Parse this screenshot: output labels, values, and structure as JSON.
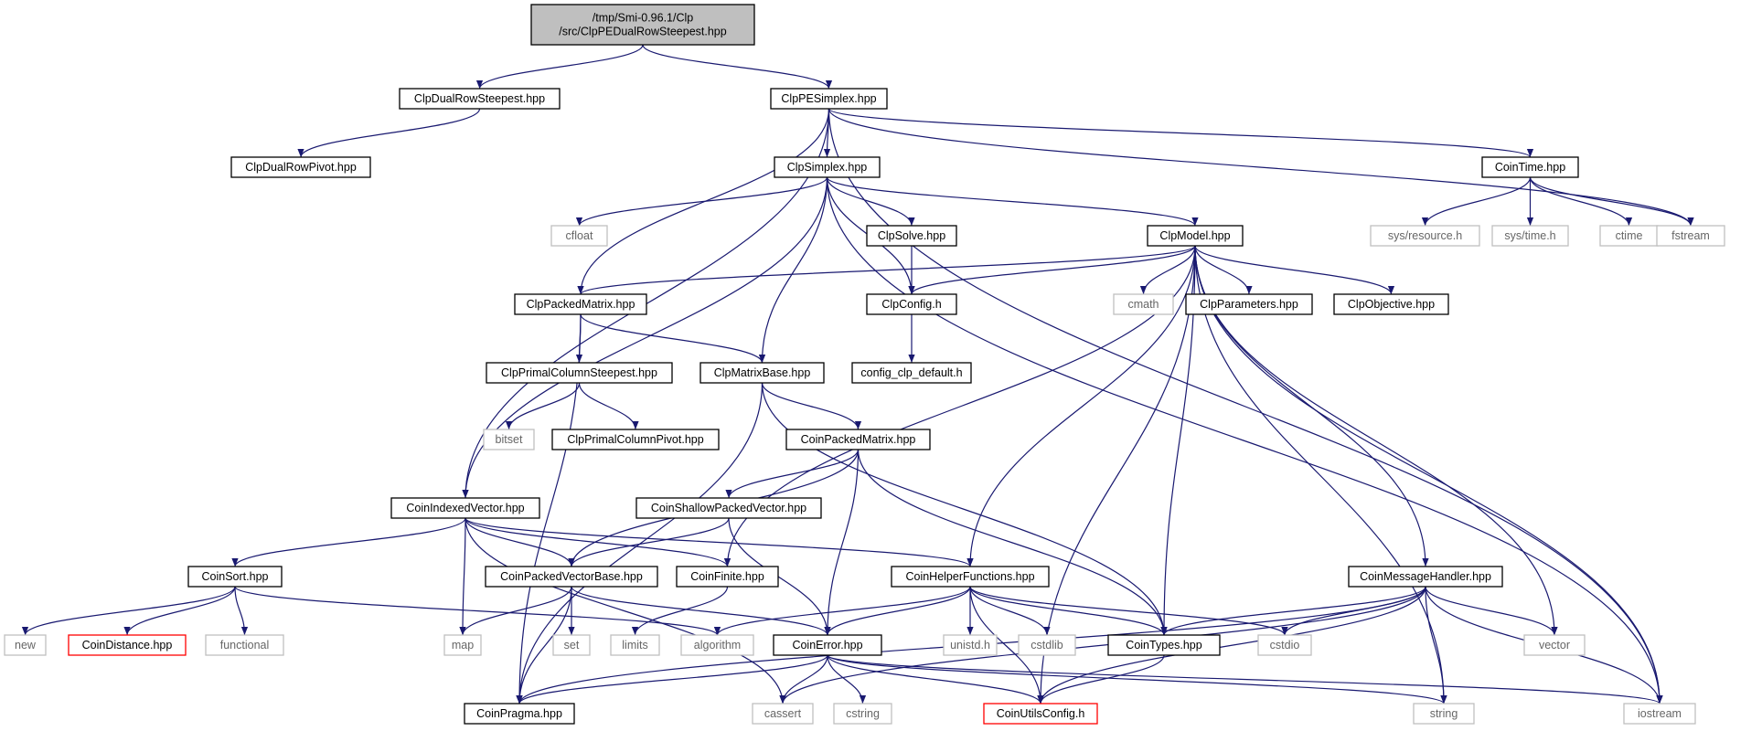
{
  "colors": {
    "edge": "#191970",
    "root_fill": "#bfbfbf",
    "root_border": "#000000",
    "node_border": "#000000",
    "external_border": "#bfbfbf",
    "truncated_border": "#ff0000",
    "text": "#000000",
    "external_text": "#666666"
  },
  "nodes": [
    {
      "id": "root",
      "kind": "root",
      "lines": [
        "/tmp/Smi-0.96.1/Clp",
        "/src/ClpPEDualRowSteepest.hpp"
      ]
    },
    {
      "id": "ClpDualRowSteepest",
      "kind": "normal",
      "lines": [
        "ClpDualRowSteepest.hpp"
      ]
    },
    {
      "id": "ClpPESimplex",
      "kind": "normal",
      "lines": [
        "ClpPESimplex.hpp"
      ]
    },
    {
      "id": "ClpDualRowPivot",
      "kind": "normal",
      "lines": [
        "ClpDualRowPivot.hpp"
      ]
    },
    {
      "id": "ClpSimplex",
      "kind": "normal",
      "lines": [
        "ClpSimplex.hpp"
      ]
    },
    {
      "id": "CoinTime",
      "kind": "normal",
      "lines": [
        "CoinTime.hpp"
      ]
    },
    {
      "id": "cfloat",
      "kind": "external",
      "lines": [
        "cfloat"
      ]
    },
    {
      "id": "ClpSolve",
      "kind": "normal",
      "lines": [
        "ClpSolve.hpp"
      ]
    },
    {
      "id": "ClpModel",
      "kind": "normal",
      "lines": [
        "ClpModel.hpp"
      ]
    },
    {
      "id": "sys_resource",
      "kind": "external",
      "lines": [
        "sys/resource.h"
      ]
    },
    {
      "id": "sys_time",
      "kind": "external",
      "lines": [
        "sys/time.h"
      ]
    },
    {
      "id": "ctime",
      "kind": "external",
      "lines": [
        "ctime"
      ]
    },
    {
      "id": "fstream",
      "kind": "external",
      "lines": [
        "fstream"
      ]
    },
    {
      "id": "ClpPackedMatrix",
      "kind": "normal",
      "lines": [
        "ClpPackedMatrix.hpp"
      ]
    },
    {
      "id": "ClpConfig",
      "kind": "normal",
      "lines": [
        "ClpConfig.h"
      ]
    },
    {
      "id": "cmath",
      "kind": "external",
      "lines": [
        "cmath"
      ]
    },
    {
      "id": "ClpParameters",
      "kind": "normal",
      "lines": [
        "ClpParameters.hpp"
      ]
    },
    {
      "id": "ClpObjective",
      "kind": "normal",
      "lines": [
        "ClpObjective.hpp"
      ]
    },
    {
      "id": "ClpPrimalColumnSteepest",
      "kind": "normal",
      "lines": [
        "ClpPrimalColumnSteepest.hpp"
      ]
    },
    {
      "id": "ClpMatrixBase",
      "kind": "normal",
      "lines": [
        "ClpMatrixBase.hpp"
      ]
    },
    {
      "id": "config_clp_default",
      "kind": "normal",
      "lines": [
        "config_clp_default.h"
      ]
    },
    {
      "id": "bitset",
      "kind": "external",
      "lines": [
        "bitset"
      ]
    },
    {
      "id": "ClpPrimalColumnPivot",
      "kind": "normal",
      "lines": [
        "ClpPrimalColumnPivot.hpp"
      ]
    },
    {
      "id": "CoinPackedMatrix",
      "kind": "normal",
      "lines": [
        "CoinPackedMatrix.hpp"
      ]
    },
    {
      "id": "CoinIndexedVector",
      "kind": "normal",
      "lines": [
        "CoinIndexedVector.hpp"
      ]
    },
    {
      "id": "CoinShallowPackedVector",
      "kind": "normal",
      "lines": [
        "CoinShallowPackedVector.hpp"
      ]
    },
    {
      "id": "CoinSort",
      "kind": "normal",
      "lines": [
        "CoinSort.hpp"
      ]
    },
    {
      "id": "CoinPackedVectorBase",
      "kind": "normal",
      "lines": [
        "CoinPackedVectorBase.hpp"
      ]
    },
    {
      "id": "CoinFinite",
      "kind": "normal",
      "lines": [
        "CoinFinite.hpp"
      ]
    },
    {
      "id": "CoinHelperFunctions",
      "kind": "normal",
      "lines": [
        "CoinHelperFunctions.hpp"
      ]
    },
    {
      "id": "CoinMessageHandler",
      "kind": "normal",
      "lines": [
        "CoinMessageHandler.hpp"
      ]
    },
    {
      "id": "new",
      "kind": "external",
      "lines": [
        "new"
      ]
    },
    {
      "id": "CoinDistance",
      "kind": "truncated",
      "lines": [
        "CoinDistance.hpp"
      ]
    },
    {
      "id": "functional",
      "kind": "external",
      "lines": [
        "functional"
      ]
    },
    {
      "id": "map",
      "kind": "external",
      "lines": [
        "map"
      ]
    },
    {
      "id": "set",
      "kind": "external",
      "lines": [
        "set"
      ]
    },
    {
      "id": "limits",
      "kind": "external",
      "lines": [
        "limits"
      ]
    },
    {
      "id": "algorithm",
      "kind": "external",
      "lines": [
        "algorithm"
      ]
    },
    {
      "id": "CoinError",
      "kind": "normal",
      "lines": [
        "CoinError.hpp"
      ]
    },
    {
      "id": "unistd",
      "kind": "external",
      "lines": [
        "unistd.h"
      ]
    },
    {
      "id": "cstdlib",
      "kind": "external",
      "lines": [
        "cstdlib"
      ]
    },
    {
      "id": "CoinTypes",
      "kind": "normal",
      "lines": [
        "CoinTypes.hpp"
      ]
    },
    {
      "id": "cstdio",
      "kind": "external",
      "lines": [
        "cstdio"
      ]
    },
    {
      "id": "vector",
      "kind": "external",
      "lines": [
        "vector"
      ]
    },
    {
      "id": "CoinPragma",
      "kind": "normal",
      "lines": [
        "CoinPragma.hpp"
      ]
    },
    {
      "id": "cassert",
      "kind": "external",
      "lines": [
        "cassert"
      ]
    },
    {
      "id": "cstring",
      "kind": "external",
      "lines": [
        "cstring"
      ]
    },
    {
      "id": "CoinUtilsConfig",
      "kind": "truncated",
      "lines": [
        "CoinUtilsConfig.h"
      ]
    },
    {
      "id": "string",
      "kind": "external",
      "lines": [
        "string"
      ]
    },
    {
      "id": "iostream",
      "kind": "external",
      "lines": [
        "iostream"
      ]
    }
  ],
  "edges": [
    [
      "root",
      "ClpDualRowSteepest"
    ],
    [
      "root",
      "ClpPESimplex"
    ],
    [
      "ClpDualRowSteepest",
      "ClpDualRowPivot"
    ],
    [
      "ClpPESimplex",
      "ClpSimplex"
    ],
    [
      "ClpPESimplex",
      "CoinTime"
    ],
    [
      "ClpPESimplex",
      "ClpPackedMatrix"
    ],
    [
      "ClpPESimplex",
      "CoinIndexedVector"
    ],
    [
      "ClpPESimplex",
      "fstream"
    ],
    [
      "ClpPESimplex",
      "iostream"
    ],
    [
      "ClpSimplex",
      "cfloat"
    ],
    [
      "ClpSimplex",
      "ClpSolve"
    ],
    [
      "ClpSimplex",
      "ClpModel"
    ],
    [
      "ClpSimplex",
      "ClpConfig"
    ],
    [
      "ClpSimplex",
      "ClpMatrixBase"
    ],
    [
      "ClpSimplex",
      "CoinIndexedVector"
    ],
    [
      "ClpSimplex",
      "iostream"
    ],
    [
      "CoinTime",
      "sys_resource"
    ],
    [
      "CoinTime",
      "sys_time"
    ],
    [
      "CoinTime",
      "ctime"
    ],
    [
      "CoinTime",
      "fstream"
    ],
    [
      "ClpSolve",
      "ClpConfig"
    ],
    [
      "ClpModel",
      "ClpPackedMatrix"
    ],
    [
      "ClpModel",
      "ClpConfig"
    ],
    [
      "ClpModel",
      "cmath"
    ],
    [
      "ClpModel",
      "ClpParameters"
    ],
    [
      "ClpModel",
      "ClpObjective"
    ],
    [
      "ClpModel",
      "CoinFinite"
    ],
    [
      "ClpModel",
      "CoinHelperFunctions"
    ],
    [
      "ClpModel",
      "CoinTypes"
    ],
    [
      "ClpModel",
      "CoinUtilsConfig"
    ],
    [
      "ClpModel",
      "CoinMessageHandler"
    ],
    [
      "ClpModel",
      "vector"
    ],
    [
      "ClpModel",
      "string"
    ],
    [
      "ClpModel",
      "iostream"
    ],
    [
      "ClpConfig",
      "config_clp_default"
    ],
    [
      "ClpPackedMatrix",
      "ClpPrimalColumnSteepest"
    ],
    [
      "ClpPackedMatrix",
      "ClpMatrixBase"
    ],
    [
      "ClpPackedMatrix",
      "CoinPragma"
    ],
    [
      "ClpPrimalColumnSteepest",
      "bitset"
    ],
    [
      "ClpPrimalColumnSteepest",
      "ClpPrimalColumnPivot"
    ],
    [
      "ClpMatrixBase",
      "CoinPackedMatrix"
    ],
    [
      "ClpMatrixBase",
      "CoinTypes"
    ],
    [
      "ClpMatrixBase",
      "CoinPragma"
    ],
    [
      "CoinPackedMatrix",
      "CoinShallowPackedVector"
    ],
    [
      "CoinPackedMatrix",
      "CoinPackedVectorBase"
    ],
    [
      "CoinPackedMatrix",
      "CoinError"
    ],
    [
      "CoinPackedMatrix",
      "CoinTypes"
    ],
    [
      "CoinShallowPackedVector",
      "CoinPackedVectorBase"
    ],
    [
      "CoinShallowPackedVector",
      "CoinError"
    ],
    [
      "CoinIndexedVector",
      "CoinSort"
    ],
    [
      "CoinIndexedVector",
      "CoinPackedVectorBase"
    ],
    [
      "CoinIndexedVector",
      "CoinFinite"
    ],
    [
      "CoinIndexedVector",
      "CoinHelperFunctions"
    ],
    [
      "CoinIndexedVector",
      "map"
    ],
    [
      "CoinIndexedVector",
      "cassert"
    ],
    [
      "CoinSort",
      "new"
    ],
    [
      "CoinSort",
      "CoinDistance"
    ],
    [
      "CoinSort",
      "functional"
    ],
    [
      "CoinSort",
      "algorithm"
    ],
    [
      "CoinPackedVectorBase",
      "map"
    ],
    [
      "CoinPackedVectorBase",
      "set"
    ],
    [
      "CoinPackedVectorBase",
      "CoinError"
    ],
    [
      "CoinPackedVectorBase",
      "CoinPragma"
    ],
    [
      "CoinFinite",
      "limits"
    ],
    [
      "CoinHelperFunctions",
      "algorithm"
    ],
    [
      "CoinHelperFunctions",
      "CoinError"
    ],
    [
      "CoinHelperFunctions",
      "unistd"
    ],
    [
      "CoinHelperFunctions",
      "cstdlib"
    ],
    [
      "CoinHelperFunctions",
      "CoinTypes"
    ],
    [
      "CoinHelperFunctions",
      "cstdio"
    ],
    [
      "CoinHelperFunctions",
      "CoinUtilsConfig"
    ],
    [
      "CoinError",
      "CoinPragma"
    ],
    [
      "CoinError",
      "cassert"
    ],
    [
      "CoinError",
      "cstring"
    ],
    [
      "CoinError",
      "CoinUtilsConfig"
    ],
    [
      "CoinError",
      "string"
    ],
    [
      "CoinError",
      "iostream"
    ],
    [
      "CoinTypes",
      "CoinUtilsConfig"
    ],
    [
      "CoinMessageHandler",
      "CoinTypes"
    ],
    [
      "CoinMessageHandler",
      "cstdio"
    ],
    [
      "CoinMessageHandler",
      "vector"
    ],
    [
      "CoinMessageHandler",
      "string"
    ],
    [
      "CoinMessageHandler",
      "iostream"
    ],
    [
      "CoinMessageHandler",
      "CoinPragma"
    ],
    [
      "CoinMessageHandler",
      "cassert"
    ],
    [
      "CoinMessageHandler",
      "CoinUtilsConfig"
    ]
  ]
}
